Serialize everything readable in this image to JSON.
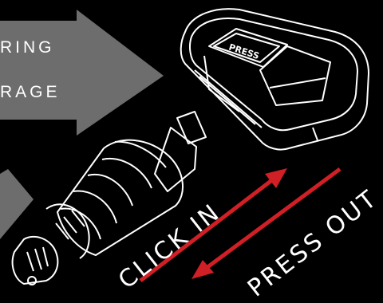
{
  "arrow_text": {
    "line1": "RING",
    "line2": "RAGE"
  },
  "sensor": {
    "button_text": "PRESS"
  },
  "actions": {
    "click_in": "CLICK IN",
    "press_out": "PRESS OUT"
  },
  "colors": {
    "background": "#000000",
    "arrow_gray": "#6d6d6d",
    "action_red": "#d11f26",
    "line_white": "#ffffff"
  }
}
